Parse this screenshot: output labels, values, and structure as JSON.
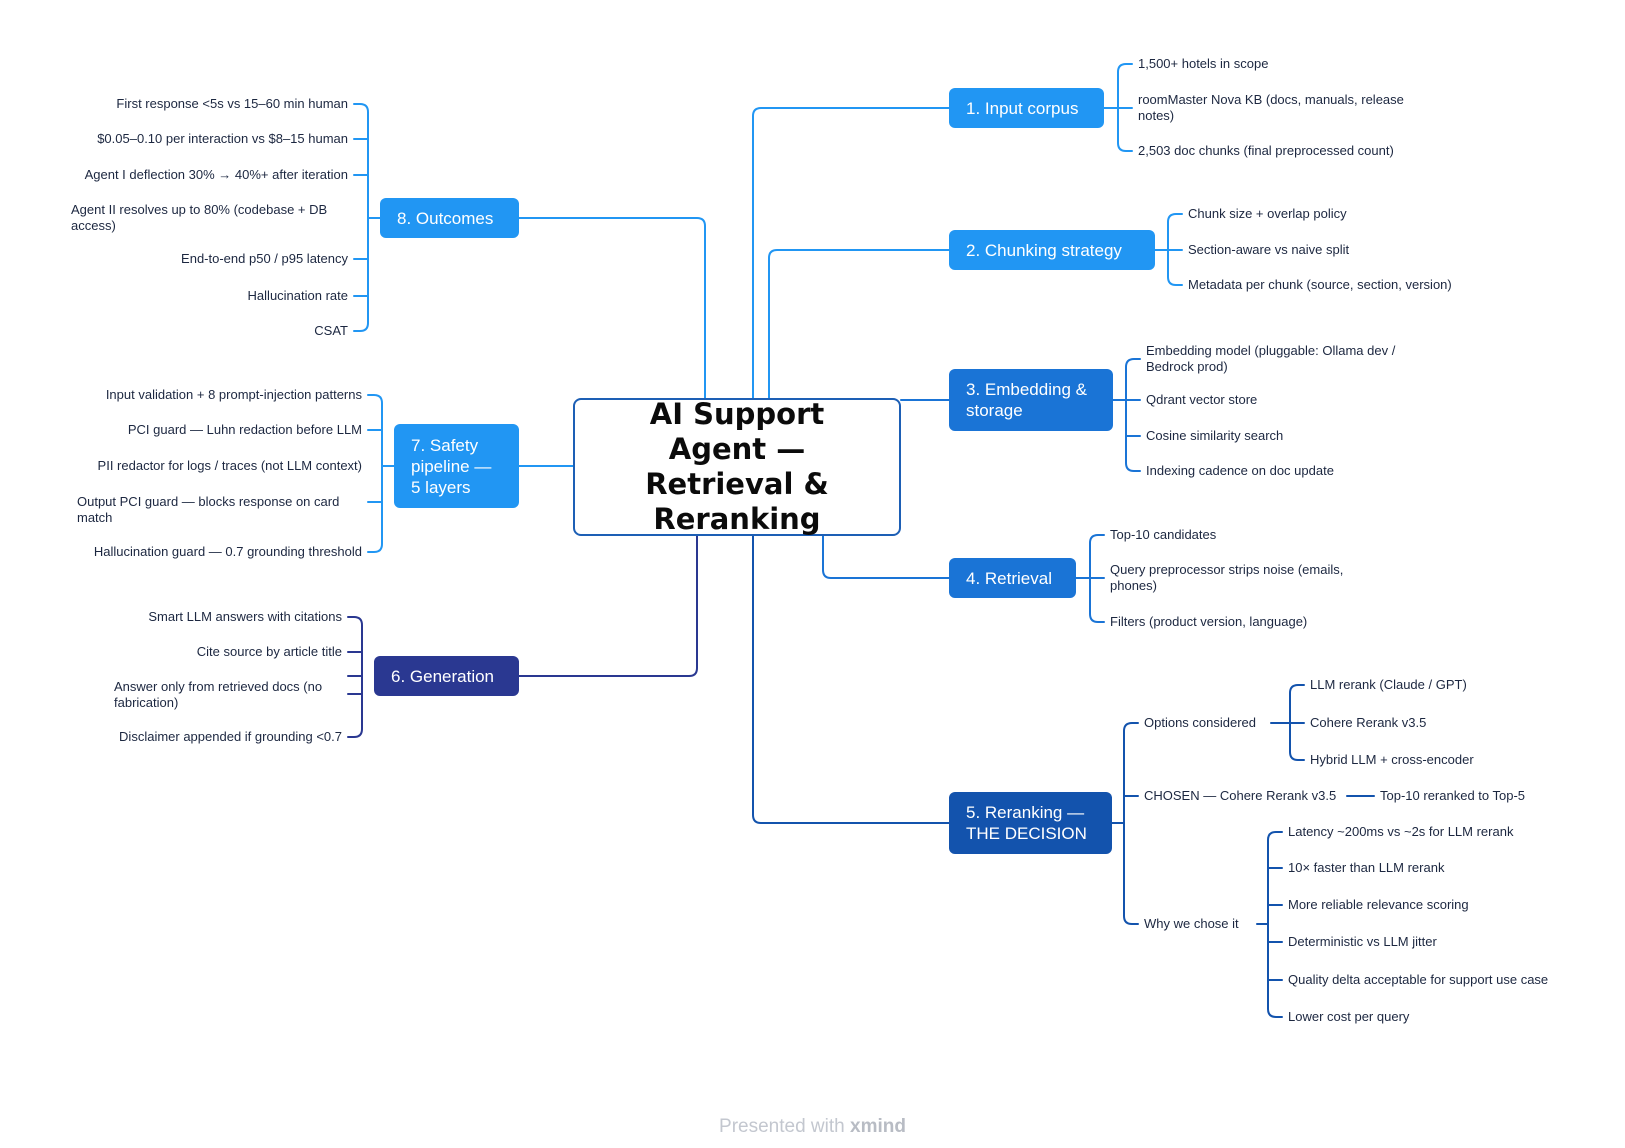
{
  "root": {
    "title": "AI Support Agent — Retrieval & Reranking"
  },
  "colors": {
    "light": "#2196f3",
    "mid": "#1a74d6",
    "dark": "#1353ad",
    "navy": "#2a3891",
    "root_border": "#1d5fb5"
  },
  "branches": {
    "input_corpus": {
      "label": "1. Input corpus",
      "items": [
        "1,500+ hotels in scope",
        "roomMaster Nova KB (docs, manuals, release notes)",
        "2,503 doc chunks (final preprocessed count)"
      ]
    },
    "chunking": {
      "label": "2. Chunking strategy",
      "items": [
        "Chunk size + overlap policy",
        "Section-aware vs naive split",
        "Metadata per chunk (source, section, version)"
      ]
    },
    "embedding": {
      "label": "3. Embedding & storage",
      "items": [
        "Embedding model (pluggable: Ollama dev / Bedrock prod)",
        "Qdrant vector store",
        "Cosine similarity search",
        "Indexing cadence on doc update"
      ]
    },
    "retrieval": {
      "label": "4. Retrieval",
      "items": [
        "Top-10 candidates",
        "Query preprocessor strips noise (emails, phones)",
        "Filters (product version, language)"
      ]
    },
    "reranking": {
      "label": "5. Reranking — THE DECISION",
      "options_label": "Options considered",
      "options": [
        "LLM rerank (Claude / GPT)",
        "Cohere Rerank v3.5",
        "Hybrid LLM + cross-encoder"
      ],
      "chosen_label": "CHOSEN — Cohere Rerank v3.5",
      "chosen_detail": "Top-10 reranked to Top-5",
      "why_label": "Why we chose it",
      "why": [
        "Latency ~200ms vs ~2s for LLM rerank",
        "10× faster than LLM rerank",
        "More reliable relevance scoring",
        "Deterministic vs LLM jitter",
        "Quality delta acceptable for support use case",
        "Lower cost per query"
      ]
    },
    "generation": {
      "label": "6. Generation",
      "items": [
        "Smart LLM answers with citations",
        "Cite source by article title",
        "Answer only from retrieved docs (no fabrication)",
        "Disclaimer appended if grounding <0.7"
      ]
    },
    "safety": {
      "label": "7. Safety pipeline — 5 layers",
      "items": [
        "Input validation + 8 prompt-injection patterns",
        "PCI guard — Luhn redaction before LLM",
        "PII redactor for logs / traces (not LLM context)",
        "Output PCI guard — blocks response on card match",
        "Hallucination guard — 0.7 grounding threshold"
      ]
    },
    "outcomes": {
      "label": "8. Outcomes",
      "items": [
        "First response <5s vs 15–60 min human",
        "$0.05–0.10 per interaction vs $8–15 human",
        "Agent I deflection 30% → 40%+ after iteration",
        "Agent II resolves up to 80% (codebase + DB access)",
        "End-to-end p50 / p95 latency",
        "Hallucination rate",
        "CSAT"
      ]
    }
  },
  "footer": {
    "prefix": "Presented with",
    "brand": "xmind"
  }
}
